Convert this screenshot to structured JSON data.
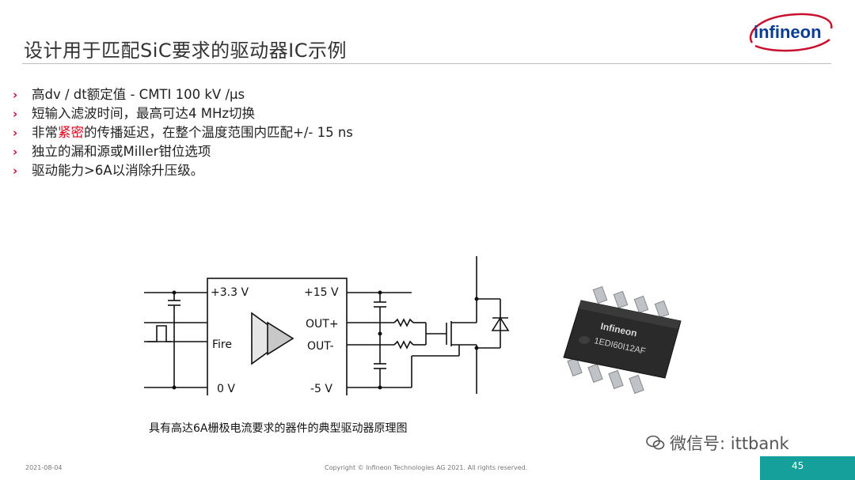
{
  "slide": {
    "title": "设计用于匹配SiC要求的驱动器IC示例",
    "logo_text": "infineon",
    "bullets": [
      {
        "text": "高dv / dt额定值 -  CMTI 100 kV /μs"
      },
      {
        "text": "短输入滤波时间，最高可达4 MHz切换"
      },
      {
        "before": "非常",
        "highlight": "紧密",
        "after": "的传播延迟，在整个温度范围内匹配+/- 15 ns"
      },
      {
        "text": "独立的漏和源或Miller钳位选项"
      },
      {
        "text": "驱动能力>6A以消除升压级。"
      }
    ],
    "bullet_marker": "›",
    "caption": "具有高达6A栅极电流要求的器件的典型驱动器原理图"
  },
  "schematic": {
    "pin_3v3": "+3.3 V",
    "pin_15v": "+15 V",
    "pin_out_plus": "OUT+",
    "pin_out_minus": "OUT-",
    "pin_fire": "Fire",
    "pin_0v": "0 V",
    "pin_neg5v": "-5 V"
  },
  "chip": {
    "brand": "Infineon",
    "part": "1EDI60I12AF"
  },
  "footer": {
    "date": "2021-08-04",
    "copyright": "Copyright © Infineon Technologies AG 2021. All rights reserved.",
    "page": "45",
    "watermark": "微信号: ittbank"
  },
  "colors": {
    "accent_red": "#c8102e",
    "highlight_red": "#e2001a",
    "infineon_blue": "#0a3d91",
    "teal": "#16a09c"
  }
}
